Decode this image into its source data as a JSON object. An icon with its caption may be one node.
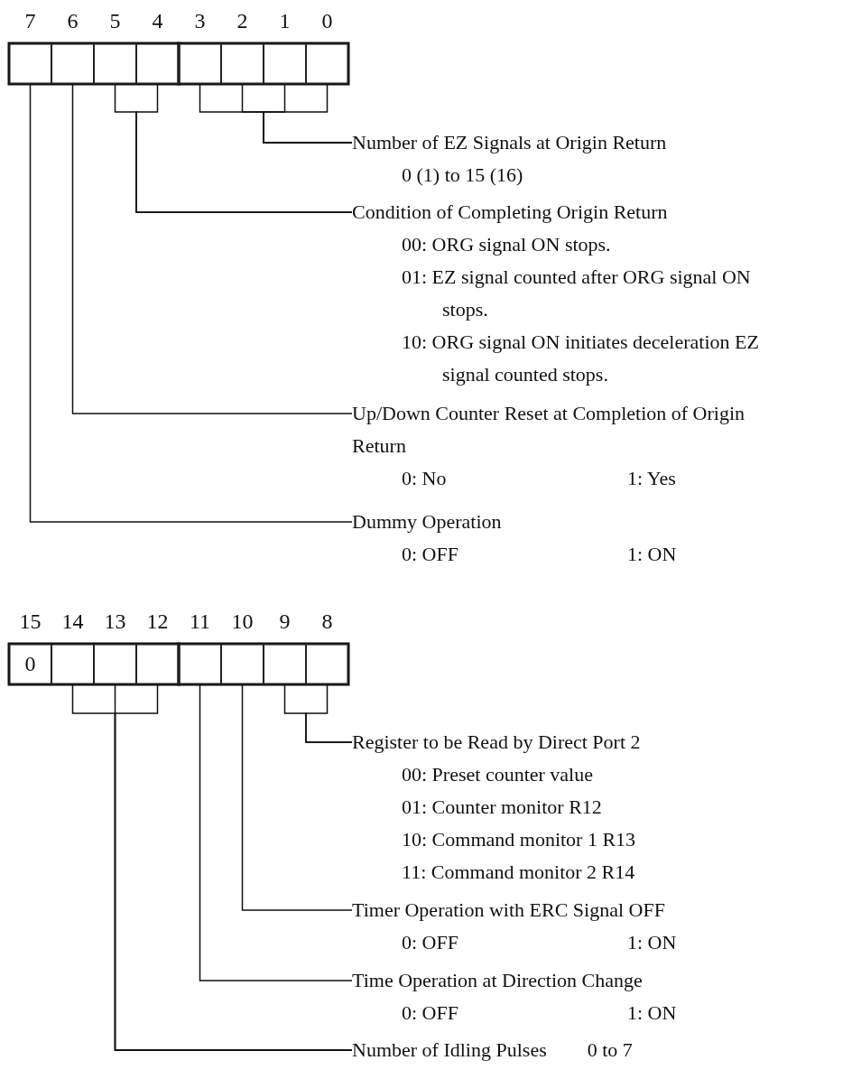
{
  "diagram": {
    "nodes": [
      {
        "text": [],
        "shape": "box",
        "beside": [
          "7"
        ]
      },
      {
        "text": [],
        "shape": "box",
        "beside": [
          "6"
        ]
      },
      {
        "text": [],
        "shape": "box",
        "beside": [
          "5"
        ]
      },
      {
        "text": [],
        "shape": "box",
        "beside": [
          "4"
        ]
      },
      {
        "text": [],
        "shape": "box",
        "beside": [
          "3"
        ]
      },
      {
        "text": [],
        "shape": "box",
        "beside": [
          "2"
        ]
      },
      {
        "text": [],
        "shape": "box",
        "beside": [
          "1"
        ]
      },
      {
        "text": [],
        "shape": "box",
        "beside": [
          "0"
        ]
      },
      {
        "text": [
          "Number of EZ Signals at Origin Return",
          "0 (1) to 15 (16)"
        ]
      },
      {
        "text": [
          "Condition of Completing Origin Return",
          "00: ORG signal ON stops.",
          "01: EZ signal counted after ORG signal ON stops.",
          "10: ORG signal ON initiates deceleration EZ signal counted stops."
        ]
      },
      {
        "text": [
          "Up/Down Counter Reset at Completion of Origin Return",
          "0: No",
          "1: Yes"
        ]
      },
      {
        "text": [
          "Dummy Operation",
          "0: OFF",
          "1: ON"
        ]
      },
      {
        "text": [
          "0"
        ],
        "beside": [
          "15"
        ]
      },
      {
        "text": [],
        "shape": "box",
        "beside": [
          "14"
        ]
      },
      {
        "text": [],
        "shape": "box",
        "beside": [
          "13"
        ]
      },
      {
        "text": [],
        "shape": "box",
        "beside": [
          "12"
        ]
      },
      {
        "text": [],
        "shape": "box",
        "beside": [
          "11"
        ]
      },
      {
        "text": [],
        "shape": "box",
        "beside": [
          "10"
        ]
      },
      {
        "text": [],
        "shape": "box",
        "beside": [
          "9"
        ]
      },
      {
        "text": [],
        "shape": "box",
        "beside": [
          "8"
        ]
      },
      {
        "text": [
          "Register to be Read by Direct Port 2",
          "00: Preset counter value",
          "01: Counter monitor R12",
          "10: Command monitor 1 R13",
          "11: Command monitor 2 R14"
        ]
      },
      {
        "text": [
          "Timer Operation with ERC Signal OFF",
          "0: OFF",
          "1: ON"
        ]
      },
      {
        "text": [
          "Time Operation at Direction Change",
          "0: OFF",
          "1: ON"
        ]
      },
      {
        "text": [
          "Number of Idling Pulses",
          "0 to 7"
        ]
      }
    ],
    "edges": [
      {
        "from": 8,
        "to": 4,
        "arrow": "none"
      },
      {
        "from": 8,
        "to": 5,
        "arrow": "none"
      },
      {
        "from": 8,
        "to": 6,
        "arrow": "none"
      },
      {
        "from": 8,
        "to": 7,
        "arrow": "none"
      },
      {
        "from": 9,
        "to": 2,
        "arrow": "none"
      },
      {
        "from": 9,
        "to": 3,
        "arrow": "none"
      },
      {
        "from": 10,
        "to": 1,
        "arrow": "none"
      },
      {
        "from": 11,
        "to": 0,
        "arrow": "none"
      },
      {
        "from": 20,
        "to": 18,
        "arrow": "none"
      },
      {
        "from": 20,
        "to": 19,
        "arrow": "none"
      },
      {
        "from": 21,
        "to": 17,
        "arrow": "none"
      },
      {
        "from": 22,
        "to": 16,
        "arrow": "none"
      },
      {
        "from": 23,
        "to": 13,
        "arrow": "none"
      },
      {
        "from": 23,
        "to": 14,
        "arrow": "none"
      },
      {
        "from": 23,
        "to": 15,
        "arrow": "none"
      }
    ]
  }
}
